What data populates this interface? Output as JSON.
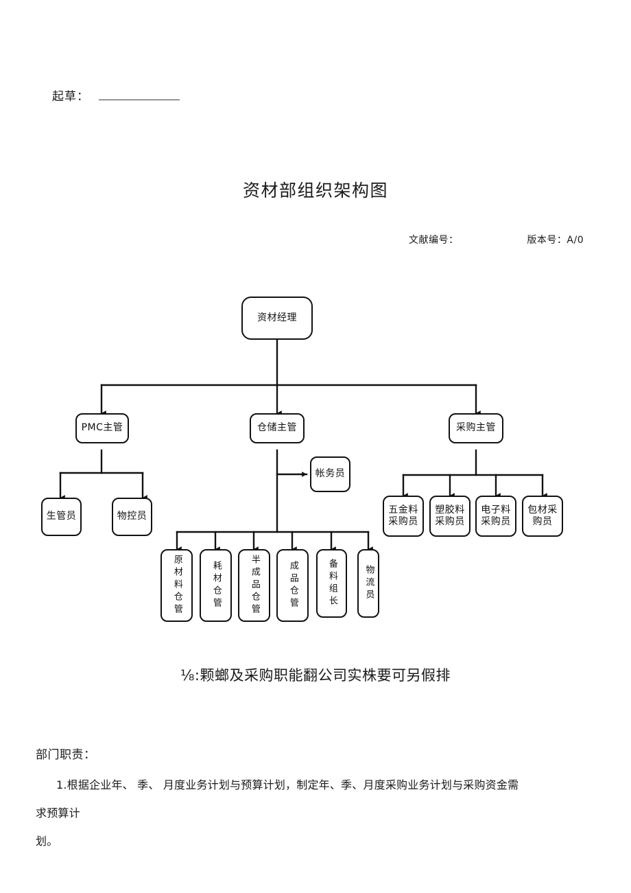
{
  "header": {
    "draft_label": "起草：",
    "draft_value": "",
    "title": "资材部组织架构图",
    "doc_number_label": "文献编号：",
    "doc_number_value": "",
    "version_label": "版本号：A/0"
  },
  "chart_data": {
    "type": "diagram",
    "title": "资材部组织架构图",
    "orientation": "top-down",
    "nodes": [
      {
        "id": "manager",
        "label": "资材经理",
        "level": 0
      },
      {
        "id": "pmc",
        "label": "PMC主管",
        "level": 1
      },
      {
        "id": "warehouse",
        "label": "仓储主管",
        "level": 1
      },
      {
        "id": "purchase",
        "label": "采购主管",
        "level": 1
      },
      {
        "id": "prod-ctrl",
        "label": "生管员",
        "level": 2
      },
      {
        "id": "mat-ctrl",
        "label": "物控员",
        "level": 2
      },
      {
        "id": "account",
        "label": "帐务员",
        "level": 2
      },
      {
        "id": "raw-wh",
        "label": "原材料仓管",
        "level": 2,
        "vertical": true
      },
      {
        "id": "cons-wh",
        "label": "耗材仓管",
        "level": 2,
        "vertical": true
      },
      {
        "id": "semi-wh",
        "label": "半成品仓管",
        "level": 2,
        "vertical": true
      },
      {
        "id": "fin-wh",
        "label": "成品仓管",
        "level": 2,
        "vertical": true
      },
      {
        "id": "prep-lead",
        "label": "备料组长",
        "level": 2,
        "vertical": true
      },
      {
        "id": "logistics",
        "label": "物流员",
        "level": 2,
        "vertical": true
      },
      {
        "id": "buy-metal",
        "label": "五金料采购员",
        "level": 2
      },
      {
        "id": "buy-plast",
        "label": "塑胶料采购员",
        "level": 2
      },
      {
        "id": "buy-elec",
        "label": "电子料采购员",
        "level": 2
      },
      {
        "id": "buy-pack",
        "label": "包材采购员",
        "level": 2
      }
    ],
    "edges": [
      {
        "from": "manager",
        "to": "pmc"
      },
      {
        "from": "manager",
        "to": "warehouse"
      },
      {
        "from": "manager",
        "to": "purchase"
      },
      {
        "from": "pmc",
        "to": "prod-ctrl"
      },
      {
        "from": "pmc",
        "to": "mat-ctrl"
      },
      {
        "from": "warehouse",
        "to": "account"
      },
      {
        "from": "warehouse",
        "to": "raw-wh"
      },
      {
        "from": "warehouse",
        "to": "cons-wh"
      },
      {
        "from": "warehouse",
        "to": "semi-wh"
      },
      {
        "from": "warehouse",
        "to": "fin-wh"
      },
      {
        "from": "warehouse",
        "to": "prep-lead"
      },
      {
        "from": "warehouse",
        "to": "logistics"
      },
      {
        "from": "purchase",
        "to": "buy-metal"
      },
      {
        "from": "purchase",
        "to": "buy-plast"
      },
      {
        "from": "purchase",
        "to": "buy-elec"
      },
      {
        "from": "purchase",
        "to": "buy-pack"
      }
    ]
  },
  "chart_note": "⅛:颗螂及采购职能翻公司实株要可另假排",
  "duties": {
    "heading": "部门职责：",
    "line1": "1.根据企业年、 季、 月度业务计划与预算计划，制定年、季、月度采购业务计划与采购资金需",
    "line2": "求预算计",
    "line3": "划。"
  }
}
